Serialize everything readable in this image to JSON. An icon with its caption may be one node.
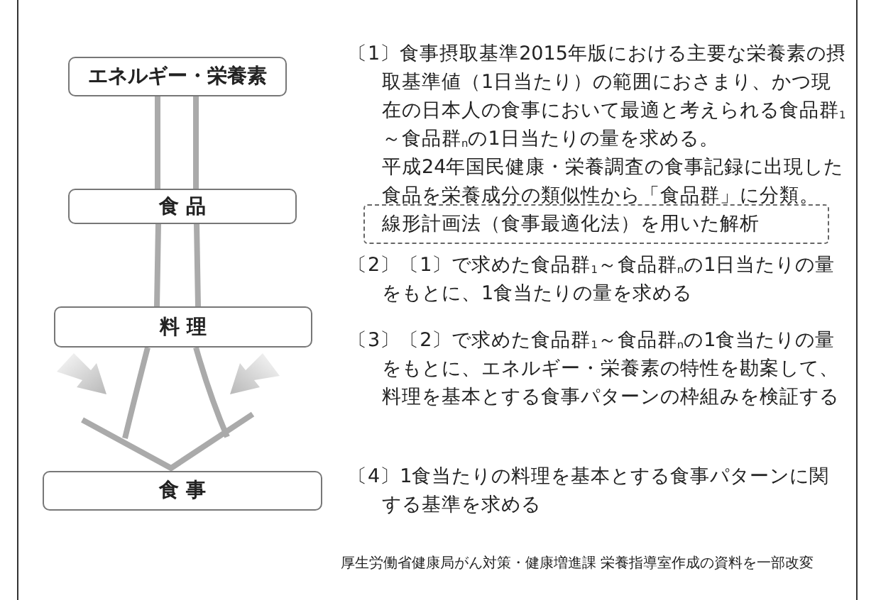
{
  "diagram": {
    "nodes": [
      {
        "text": [
          "エネルギー・栄養素"
        ]
      },
      {
        "text": [
          "食 品"
        ]
      },
      {
        "text": [
          "料 理"
        ]
      },
      {
        "text": [
          "食 事"
        ]
      },
      {
        "text": [
          "線形計画法（食事最適化法）を用いた解析"
        ]
      }
    ],
    "edges": [
      {
        "from": 0,
        "to": 1,
        "arrow": "none"
      },
      {
        "from": 1,
        "to": 2,
        "arrow": "none"
      },
      {
        "from": 2,
        "to": 3,
        "arrow": "none"
      }
    ],
    "labels": [
      "〔1〕食事摂取基準2015年版における主要な栄養素の摂取基準値（1日当たり）の範囲におさまり、かつ現在の日本人の食事において最適と考えられる食品群$_{1}$～食品群$_{n}$の1日当たりの量を求める。",
      "平成24年国民健康・栄養調査の食事記録に出現した食品を栄養成分の類似性から「食品群」に分類。",
      "〔2〕〔1〕で求めた食品群$_{1}$～食品群$_{n}$の1日当たりの量をもとに、1食当たりの量を求める",
      "〔3〕〔2〕で求めた食品群$_{1}$～食品群$_{n}$の1食当たりの量をもとに、エネルギー・栄養素の特性を勘案して、料理を基本とする食事パターンの枠組みを検証する",
      "〔4〕1食当たりの料理を基本とする食事パターンに関する基準を求める",
      "厚生労働省健康局がん対策・健康増進課 栄養指導室作成の資料を一部改変"
    ]
  }
}
